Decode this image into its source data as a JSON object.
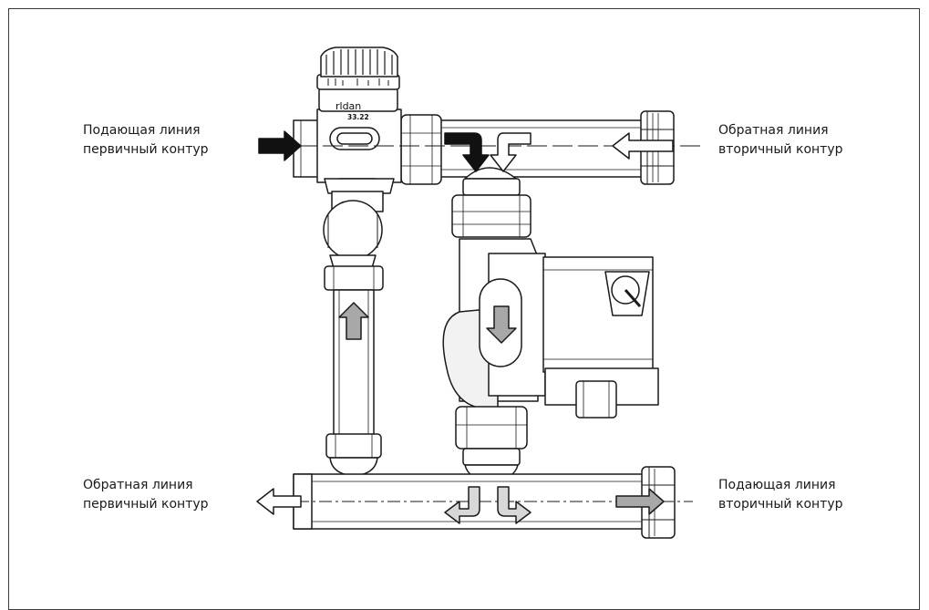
{
  "labels": {
    "supply_primary": {
      "line1": "Подающая линия",
      "line2": "первичный контур"
    },
    "return_secondary": {
      "line1": "Обратная линия",
      "line2": "вторичный контур"
    },
    "return_primary": {
      "line1": "Обратная линия",
      "line2": "первичный контур"
    },
    "supply_secondary": {
      "line1": "Подающая линия",
      "line2": "вторичный контур"
    }
  },
  "valve": {
    "brand": "rldan",
    "model": "33.22"
  },
  "icons": {
    "arrow_solid": "arrow-black-icon",
    "arrow_outline": "arrow-outline-icon",
    "arrow_grey": "arrow-grey-icon"
  },
  "colors": {
    "line": "#1a1a1a",
    "flow_black": "#111111",
    "flow_grey": "#a8a8a8",
    "pipe_fill": "#ffffff",
    "shadow": "#d8d8d8"
  }
}
